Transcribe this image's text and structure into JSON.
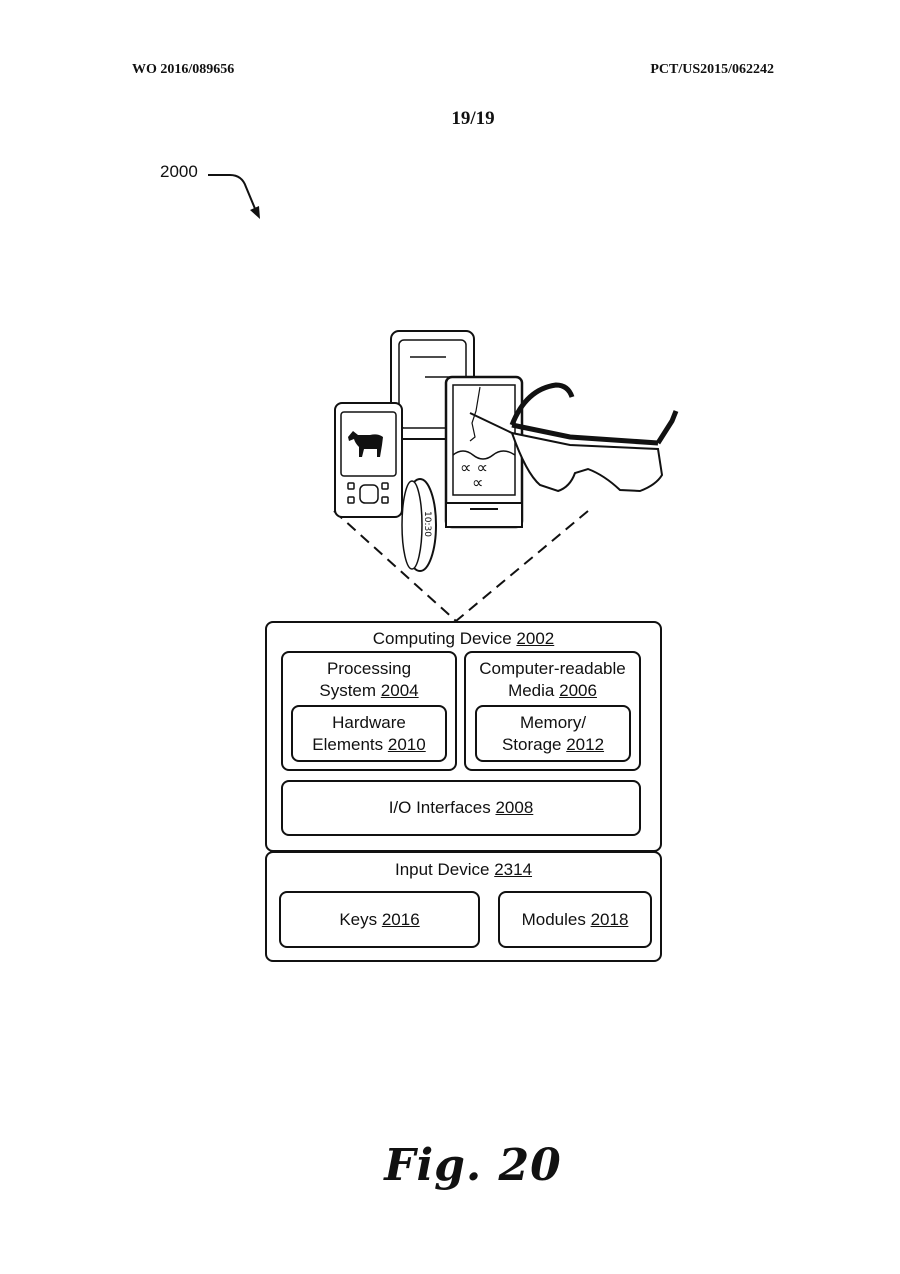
{
  "header": {
    "publication_number": "WO 2016/089656",
    "application_number": "PCT/US2015/062242",
    "page": "19/19"
  },
  "figure": {
    "ref_label": "2000",
    "caption": "Fig. 20",
    "wearable_time": "10:30"
  },
  "computing_device": {
    "label": "Computing Device",
    "num": "2002",
    "processing_system": {
      "line1": "Processing",
      "line2": "System",
      "num": "2004"
    },
    "hardware_elements": {
      "line1": "Hardware",
      "line2": "Elements",
      "num": "2010"
    },
    "computer_readable_media": {
      "line1": "Computer-readable",
      "line2": "Media",
      "num": "2006"
    },
    "memory_storage": {
      "line1": "Memory/",
      "line2": "Storage",
      "num": "2012"
    },
    "io_interfaces": {
      "label": "I/O Interfaces",
      "num": "2008"
    }
  },
  "input_device": {
    "label": "Input Device",
    "num": "2314",
    "keys": {
      "label": "Keys",
      "num": "2016"
    },
    "modules": {
      "label": "Modules",
      "num": "2018"
    }
  }
}
